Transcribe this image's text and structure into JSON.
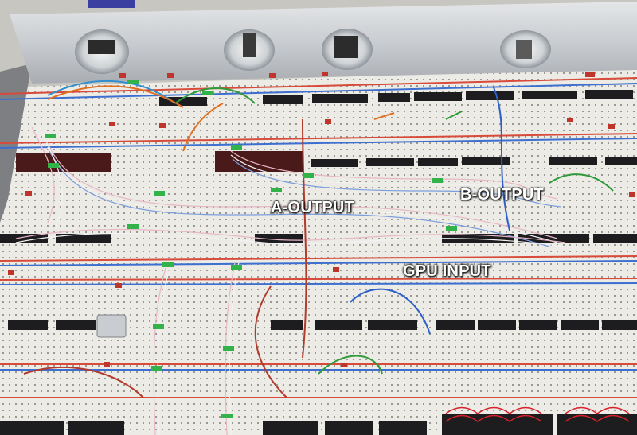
{
  "labels": {
    "a_output": "A-OUTPUT",
    "b_output": "B-OUTPUT",
    "gpu_input": "GPU INPUT"
  }
}
